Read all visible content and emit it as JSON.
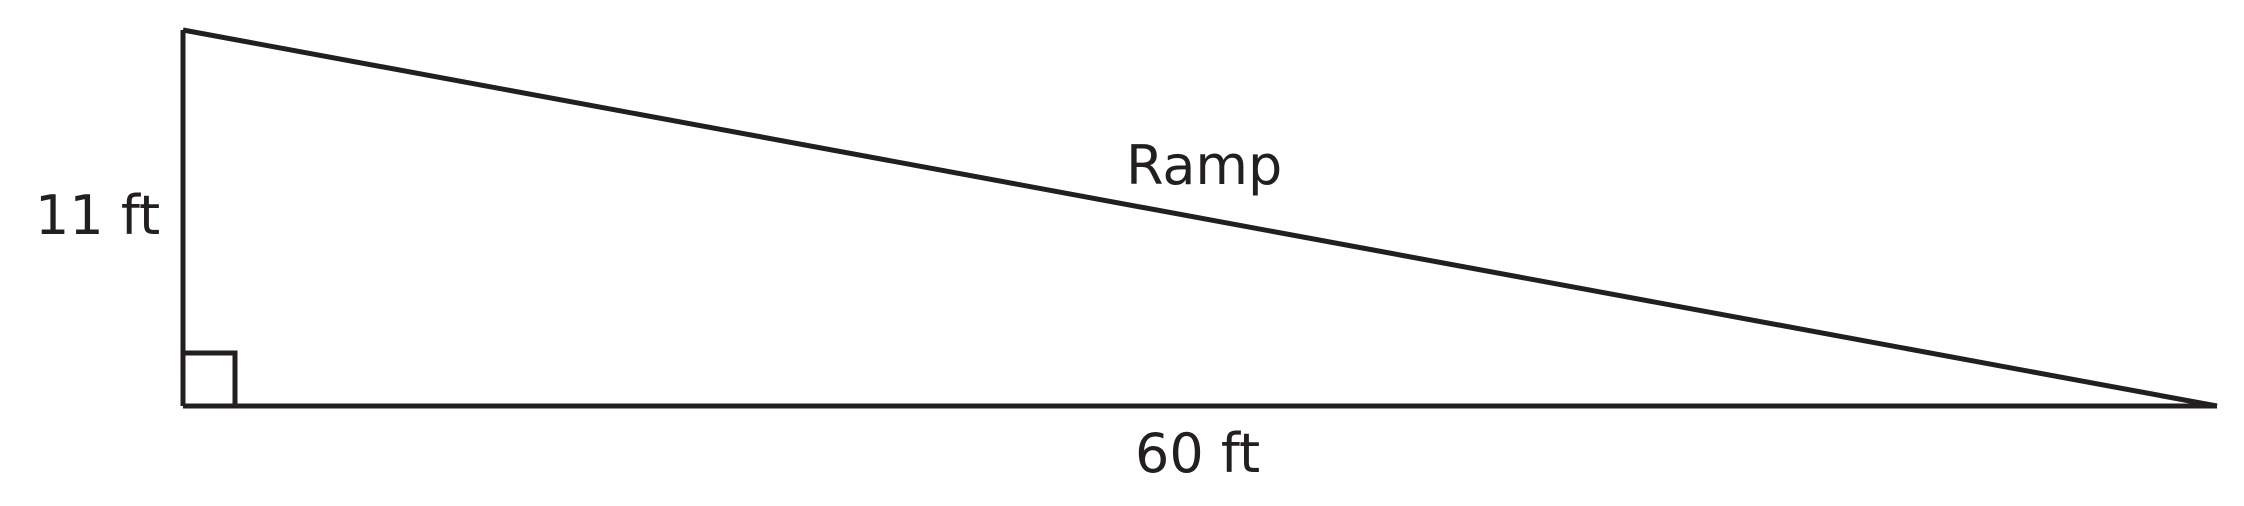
{
  "figure": {
    "labels": {
      "height": "11 ft",
      "base": "60 ft",
      "hypotenuse": "Ramp"
    },
    "line_color": "#231f20",
    "right_angle_marker": true
  }
}
